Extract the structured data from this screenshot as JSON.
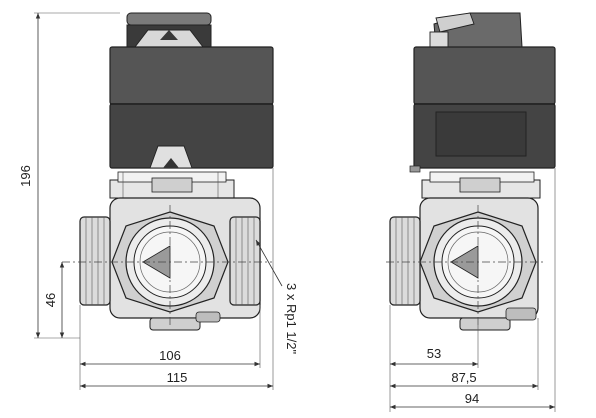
{
  "dimensions": {
    "height_total": "196",
    "height_axis": "46",
    "width_body": "106",
    "width_total_front": "115",
    "connection_note": "3 x Rp1 1/2\"",
    "side_offset": "53",
    "side_width_mid": "87,5",
    "side_width_total": "94"
  },
  "colors": {
    "actuator_body": "#4a4a4a",
    "actuator_top": "#333333",
    "valve_body": "#d9d9d9",
    "line": "#222222"
  },
  "icons": {
    "arrow": "filled-triangle-arrowhead"
  }
}
